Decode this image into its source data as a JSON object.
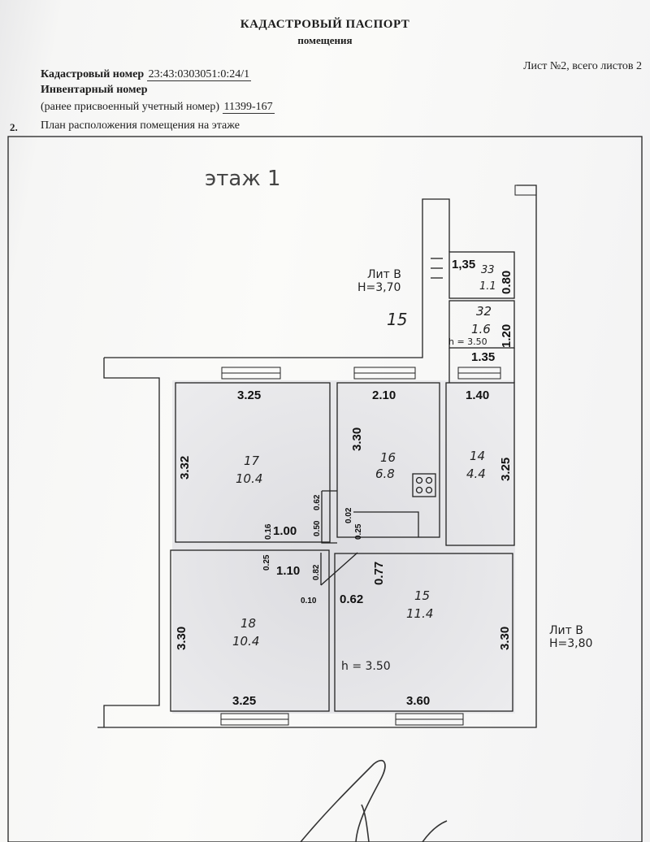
{
  "header": {
    "title": "КАДАСТРОВЫЙ ПАСПОРТ",
    "subtitle": "помещения",
    "sheet": "Лист №2, всего листов 2"
  },
  "fields": {
    "cadastral_label": "Кадастровый номер",
    "cadastral_value": "23:43:0303051:0:24/1",
    "inventory_label": "Инвентарный номер",
    "prev_label": "(ранее присвоенный учетный номер)",
    "prev_value": "11399-167"
  },
  "section": {
    "number": "2.",
    "text": "План расположения помещения на этаже"
  },
  "plan": {
    "floor": "этаж 1",
    "lit_top": "Лит В",
    "h_top": "H=3,70",
    "lit_right": "Лит В",
    "h_right": "H=3,80",
    "label_15_outside": "15",
    "h_small": "h = 3.50",
    "h_room15": "h  =  3.50",
    "rooms": [
      {
        "id": "17",
        "num": "17",
        "area": "10.4"
      },
      {
        "id": "16",
        "num": "16",
        "area": "6.8"
      },
      {
        "id": "14",
        "num": "14",
        "area": "4.4"
      },
      {
        "id": "18",
        "num": "18",
        "area": "10.4"
      },
      {
        "id": "15",
        "num": "15",
        "area": "11.4"
      },
      {
        "id": "32",
        "num": "32",
        "area": "1.6"
      },
      {
        "id": "33",
        "num": "33",
        "area": "1.1"
      }
    ],
    "dims": {
      "r17_top": "3.25",
      "r17_left": "3.32",
      "r16_top": "2.10",
      "r16_vert": "3.30",
      "r14_top": "1.40",
      "r14_right": "3.25",
      "hall_w": "1.00",
      "hall_w2": "1.10",
      "r18_left": "3.30",
      "r18_bottom": "3.25",
      "r15_right": "3.30",
      "r15_bottom": "3.60",
      "d077": "0.77",
      "d062": "0.62",
      "s_135_top": "1,35",
      "s_080": "0.80",
      "s_120": "1.20",
      "s_135_bot": "1.35",
      "x062": "0.62",
      "x050": "0.50",
      "x002": "0.02",
      "x025a": "0.25",
      "x016": "0.16",
      "x025b": "0.25",
      "x082": "0.82",
      "x010": "0.10"
    }
  }
}
